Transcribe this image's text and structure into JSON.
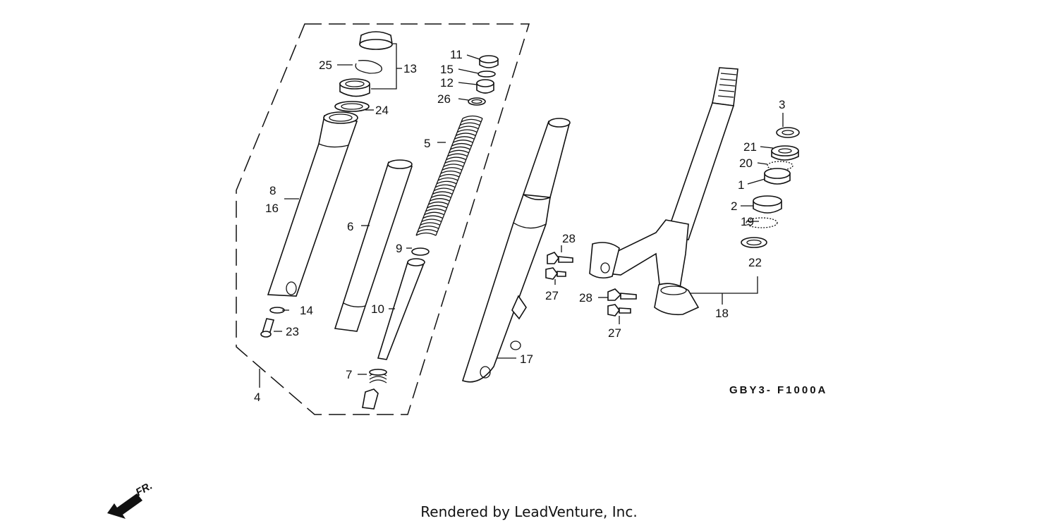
{
  "diagram_code": "GBY3- F1000A",
  "direction_marker": "FR.",
  "credit": "Rendered by LeadVenture, Inc.",
  "callouts": [
    {
      "id": "c1",
      "label": "1"
    },
    {
      "id": "c2",
      "label": "2"
    },
    {
      "id": "c3",
      "label": "3"
    },
    {
      "id": "c4",
      "label": "4"
    },
    {
      "id": "c5",
      "label": "5"
    },
    {
      "id": "c6",
      "label": "6"
    },
    {
      "id": "c7",
      "label": "7"
    },
    {
      "id": "c8",
      "label": "8"
    },
    {
      "id": "c16",
      "label": "16"
    },
    {
      "id": "c9",
      "label": "9"
    },
    {
      "id": "c10",
      "label": "10"
    },
    {
      "id": "c11",
      "label": "11"
    },
    {
      "id": "c12",
      "label": "12"
    },
    {
      "id": "c13",
      "label": "13"
    },
    {
      "id": "c14",
      "label": "14"
    },
    {
      "id": "c15",
      "label": "15"
    },
    {
      "id": "c17",
      "label": "17"
    },
    {
      "id": "c18",
      "label": "18"
    },
    {
      "id": "c19",
      "label": "19"
    },
    {
      "id": "c20",
      "label": "20"
    },
    {
      "id": "c21",
      "label": "21"
    },
    {
      "id": "c22",
      "label": "22"
    },
    {
      "id": "c23",
      "label": "23"
    },
    {
      "id": "c24",
      "label": "24"
    },
    {
      "id": "c25",
      "label": "25"
    },
    {
      "id": "c26",
      "label": "26"
    },
    {
      "id": "c27a",
      "label": "27"
    },
    {
      "id": "c27b",
      "label": "27"
    },
    {
      "id": "c28a",
      "label": "28"
    },
    {
      "id": "c28b",
      "label": "28"
    }
  ]
}
